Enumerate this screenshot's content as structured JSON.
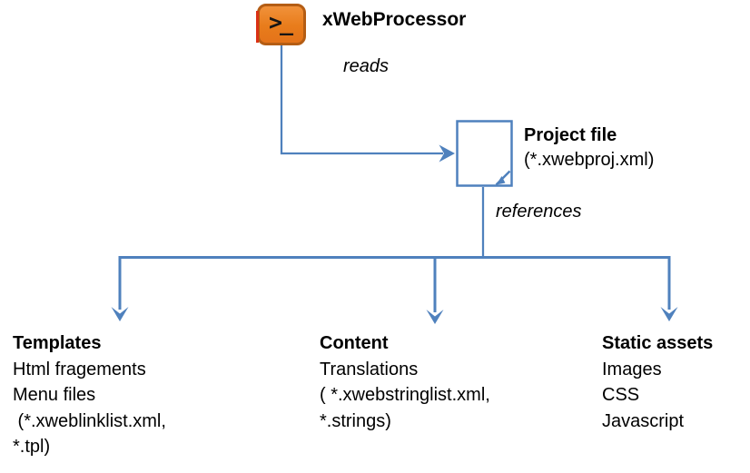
{
  "diagram": {
    "processor": {
      "label": "xWebProcessor",
      "icon_glyph": ">_"
    },
    "edge_reads": {
      "label": "reads"
    },
    "project_file": {
      "title": "Project file",
      "subtitle": "(*.xwebproj.xml)"
    },
    "edge_references": {
      "label": "references"
    },
    "branches": [
      {
        "title": "Templates",
        "lines": [
          "Html fragements",
          "Menu files",
          " (*.xweblinklist.xml,",
          "*.tpl)"
        ]
      },
      {
        "title": "Content",
        "lines": [
          "Translations",
          "( *.xwebstringlist.xml,",
          "*.strings)"
        ]
      },
      {
        "title": "Static assets",
        "lines": [
          "Images",
          "CSS",
          "Javascript"
        ]
      }
    ],
    "colors": {
      "connector_blue": "#4f81bd",
      "terminal_fill": "#e87c1b",
      "terminal_border": "#b45d14",
      "terminal_red_edge": "#da3115",
      "text": "#000000"
    }
  }
}
